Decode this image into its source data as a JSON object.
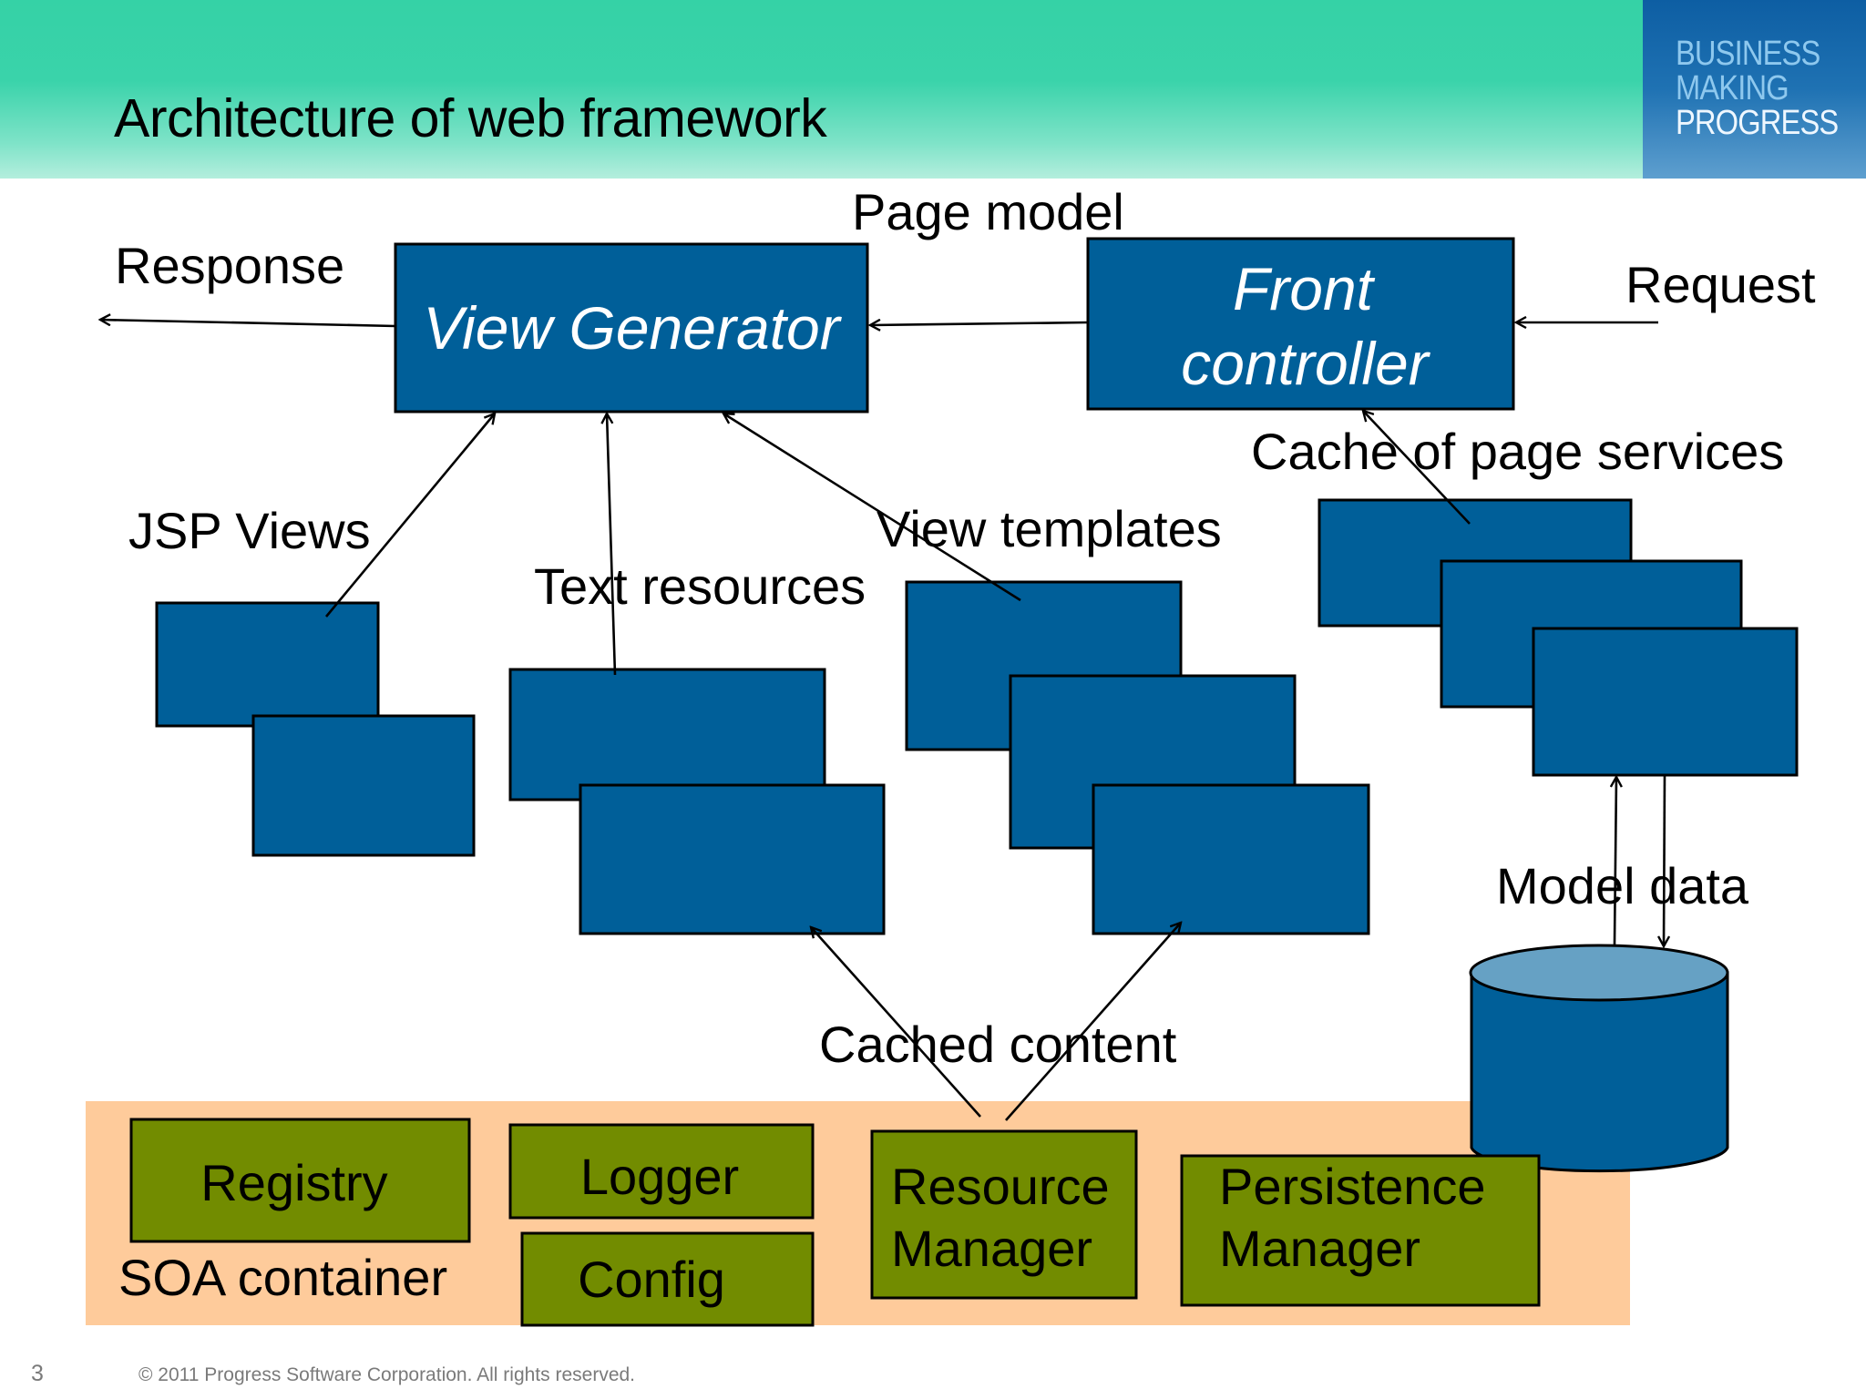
{
  "slide": {
    "title": "Architecture of web framework",
    "logo": [
      "BUSINESS",
      "MAKING",
      "PROGRESS"
    ],
    "page_number": "3",
    "copyright": "© 2011 Progress Software Corporation. All rights reserved."
  },
  "colors": {
    "header_green": "#35d2a6",
    "box_blue": "#005f99",
    "cylinder_top": "#66a1c4",
    "component_green": "#728c00",
    "container_peach": "#fecb9b",
    "outline": "#000000"
  },
  "diagram": {
    "nodes": {
      "view_generator": "View Generator",
      "front_controller_line1": "Front",
      "front_controller_line2": "controller"
    },
    "labels": {
      "response": "Response",
      "request": "Request",
      "page_model": "Page model",
      "jsp_views": "JSP Views",
      "text_resources": "Text resources",
      "view_templates": "View templates",
      "cache_page_services": "Cache of page services",
      "model_data": "Model data",
      "cached_content": "Cached content"
    },
    "soa_container": {
      "label": "SOA container",
      "components": {
        "registry": "Registry",
        "logger": "Logger",
        "config": "Config",
        "resource_manager_1": "Resource",
        "resource_manager_2": "Manager",
        "persistence_manager_1": "Persistence",
        "persistence_manager_2": "Manager"
      }
    }
  }
}
